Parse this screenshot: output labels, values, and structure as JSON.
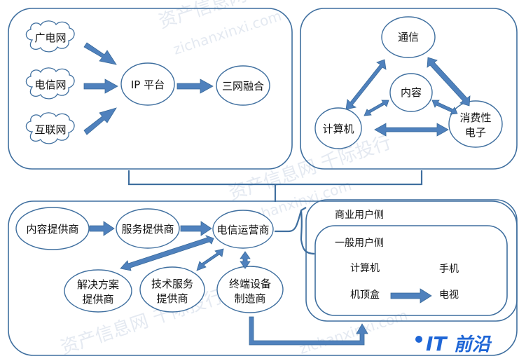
{
  "top_left": {
    "clouds": [
      "广电网",
      "电信网",
      "互联网"
    ],
    "ip_platform": "IP 平台",
    "convergence": "三网融合"
  },
  "top_right": {
    "communication": "通信",
    "content": "内容",
    "computer": "计算机",
    "consumer_electronics": [
      "消费性",
      "电子"
    ]
  },
  "bottom": {
    "content_provider": "内容提供商",
    "service_provider": "服务提供商",
    "telecom_operator": "电信运营商",
    "solution_provider": [
      "解决方案",
      "提供商"
    ],
    "tech_service_provider": [
      "技术服务",
      "提供商"
    ],
    "terminal_maker": [
      "终端设备",
      "制造商"
    ],
    "business_users": "商业用户侧",
    "general_users": "一般用户侧",
    "devices": {
      "computer": "计算机",
      "phone": "手机",
      "settop_box": "机顶盒",
      "tv": "电视"
    }
  },
  "watermark": {
    "cn": "资产信息网 千际投行",
    "en": "zichanxinxi.com"
  },
  "logo": {
    "it": "IT",
    "cn": "前沿"
  },
  "colors": {
    "stroke": "#3f6f9f",
    "arrow": "#4f81bd",
    "arrow_edge": "#3a6a9a",
    "logo_blue": "#1f66d6"
  }
}
